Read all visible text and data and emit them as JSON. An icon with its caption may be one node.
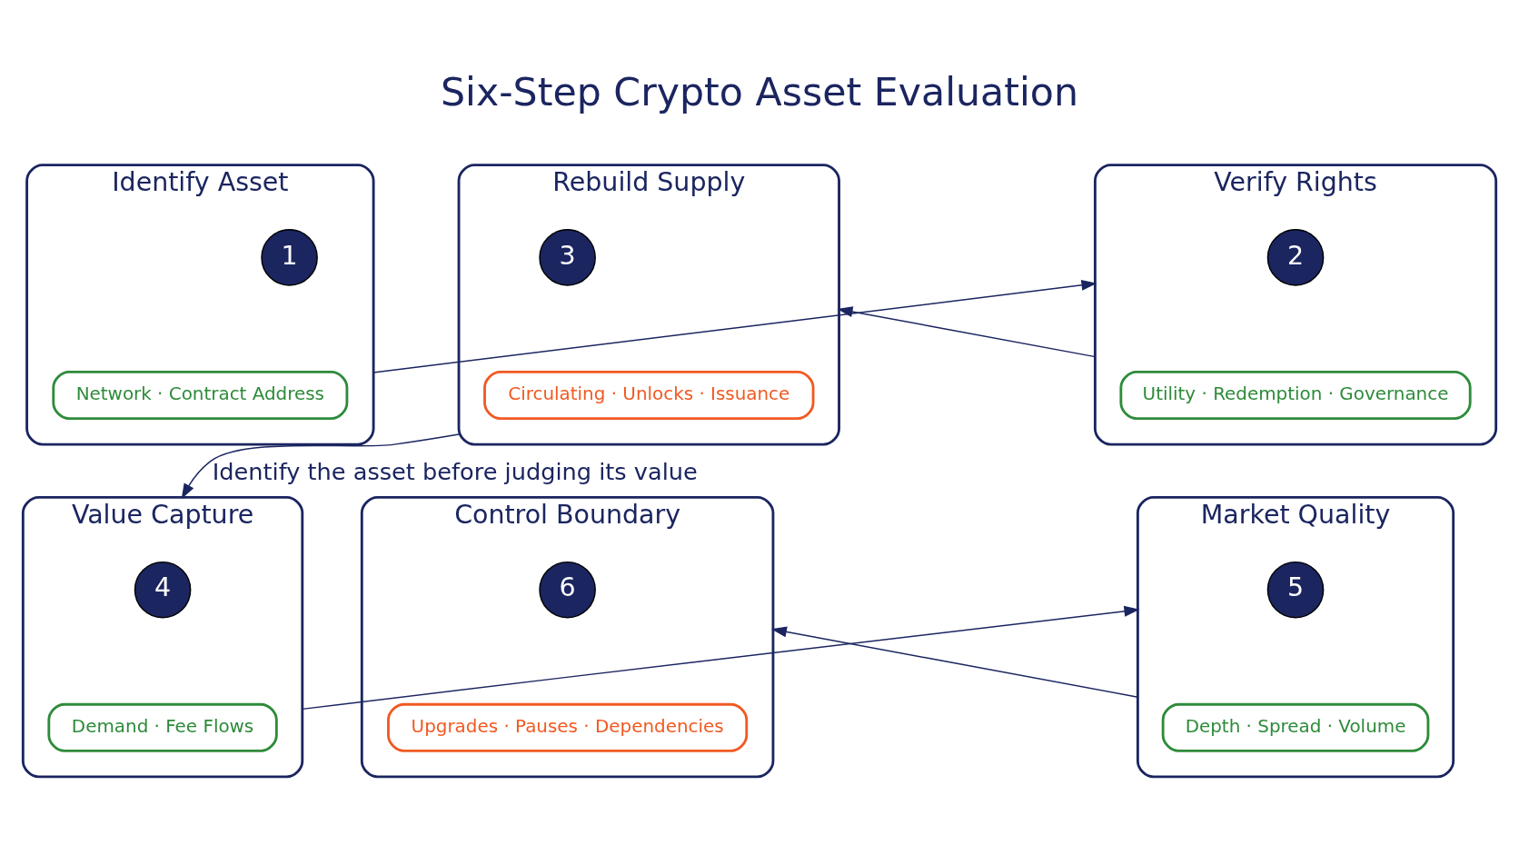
{
  "diagram": {
    "title": "Six-Step Crypto Asset Evaluation",
    "nodes": [
      {
        "text": [
          "Identify Asset"
        ]
      },
      {
        "text": [
          "1"
        ],
        "in": 0
      },
      {
        "text": [
          "Network · Contract Address"
        ],
        "in": 0
      },
      {
        "text": [
          "Verify Rights"
        ]
      },
      {
        "text": [
          "2"
        ],
        "in": 3
      },
      {
        "text": [
          "Utility · Redemption · Governance"
        ],
        "in": 3
      },
      {
        "text": [
          "Rebuild Supply"
        ]
      },
      {
        "text": [
          "3"
        ],
        "in": 6
      },
      {
        "text": [
          "Circulating · Unlocks · Issuance"
        ],
        "in": 6
      },
      {
        "text": [
          "Value Capture"
        ]
      },
      {
        "text": [
          "4"
        ],
        "in": 9
      },
      {
        "text": [
          "Demand · Fee Flows"
        ],
        "in": 9
      },
      {
        "text": [
          "Market Quality"
        ]
      },
      {
        "text": [
          "5"
        ],
        "in": 12
      },
      {
        "text": [
          "Depth · Spread · Volume"
        ],
        "in": 12
      },
      {
        "text": [
          "Control Boundary"
        ]
      },
      {
        "text": [
          "6"
        ],
        "in": 15
      },
      {
        "text": [
          "Upgrades · Pauses · Dependencies"
        ],
        "in": 15
      }
    ],
    "edges": [
      {
        "from": 0,
        "to": 3,
        "arrow": "to"
      },
      {
        "from": 3,
        "to": 6,
        "arrow": "to"
      },
      {
        "from": 6,
        "to": 9,
        "arrow": "to",
        "label": "Identify the asset before judging its value"
      },
      {
        "from": 9,
        "to": 12,
        "arrow": "to"
      },
      {
        "from": 12,
        "to": 15,
        "arrow": "to"
      }
    ]
  }
}
